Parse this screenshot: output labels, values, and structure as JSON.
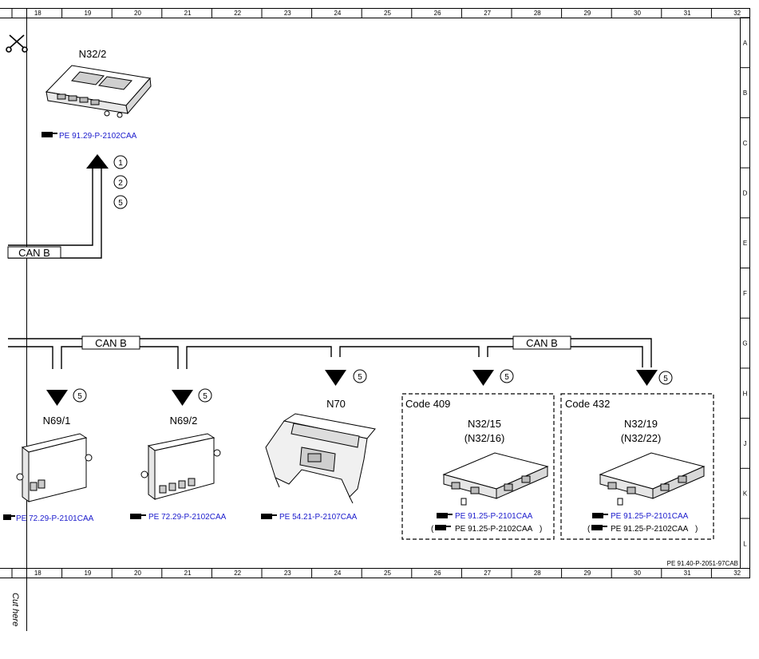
{
  "ruler": {
    "columns": [
      "18",
      "19",
      "20",
      "21",
      "22",
      "23",
      "24",
      "25",
      "26",
      "27",
      "28",
      "29",
      "30",
      "31",
      "32"
    ],
    "rows": [
      "A",
      "B",
      "C",
      "D",
      "E",
      "F",
      "G",
      "H",
      "J",
      "K",
      "L"
    ]
  },
  "doc_id": "PE 91.40-P-2051-97CAB",
  "cut_label": "Cut here",
  "bus_label": "CAN B",
  "colors": {
    "ink": "#000000",
    "link": "#1a1acc"
  },
  "components": [
    {
      "id": "N32/2",
      "label": "N32/2",
      "ref": "PE 91.29-P-2102CAA",
      "markers": [
        "1",
        "2",
        "5"
      ]
    },
    {
      "id": "N69/1",
      "label": "N69/1",
      "ref": "PE 72.29-P-2101CAA",
      "ref_visible": "PE 72.29-P-2101CAA",
      "markers": [
        "5"
      ]
    },
    {
      "id": "N69/2",
      "label": "N69/2",
      "ref": "PE 72.29-P-2102CAA",
      "markers": [
        "5"
      ]
    },
    {
      "id": "N70",
      "label": "N70",
      "ref": "PE 54.21-P-2107CAA",
      "markers": [
        "5"
      ]
    },
    {
      "id": "N32/15",
      "label": "N32/15",
      "alt_label": "(N32/16)",
      "code": "Code 409",
      "ref": "PE 91.25-P-2101CAA",
      "alt_ref": "PE 91.25-P-2102CAA",
      "markers": [
        "5"
      ]
    },
    {
      "id": "N32/19",
      "label": "N32/19",
      "alt_label": "(N32/22)",
      "code": "Code 432",
      "ref": "PE 91.25-P-2101CAA",
      "alt_ref": "PE 91.25-P-2102CAA",
      "markers": [
        "5"
      ]
    }
  ]
}
